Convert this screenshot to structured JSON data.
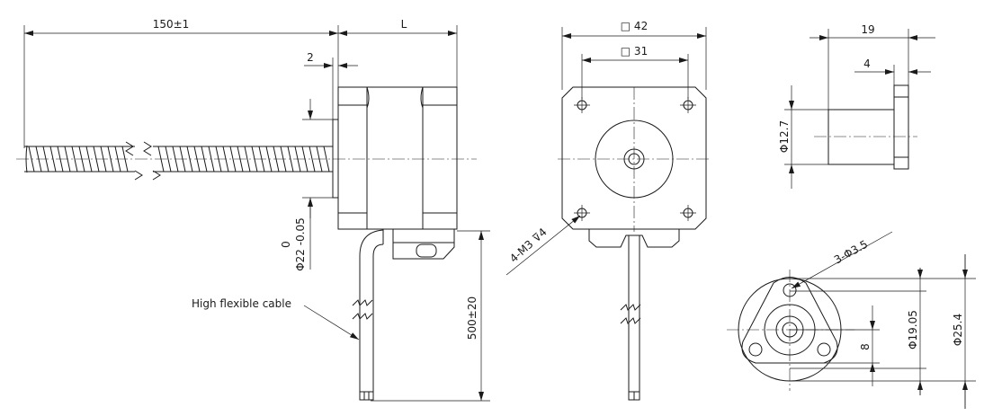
{
  "side_view": {
    "dim_screw_length": "150±1",
    "dim_motor_length": "L",
    "dim_boss_length": "2",
    "dim_boss_diameter_tol": "0",
    "dim_boss_diameter": "Φ22 -0.05",
    "dim_cable_length": "500±20",
    "cable_label": "High flexible cable"
  },
  "front_view": {
    "dim_body_square": "□ 42",
    "dim_hole_pitch": "□ 31",
    "mounting_holes": "4-M3 ⊽4"
  },
  "nut_side_view": {
    "dim_nut_length": "19",
    "dim_flange_thickness": "4",
    "dim_nut_diameter": "Φ12.7"
  },
  "nut_end_view": {
    "dim_holes": "3-Φ3.5",
    "dim_offset": "8",
    "dim_pitch_circle": "Φ19.05",
    "dim_flange_diameter": "Φ25.4"
  }
}
